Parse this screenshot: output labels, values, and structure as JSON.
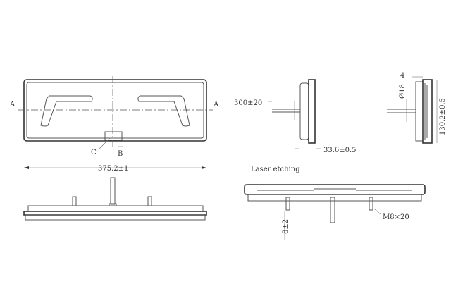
{
  "labels": {
    "section_a_left": "A",
    "section_a_right": "A",
    "detail_c": "C",
    "section_b": "B",
    "length": "375.2±1",
    "cable_length": "300±20",
    "depth": "33.6±0.5",
    "flange": "4",
    "cable_diameter": "Ø18",
    "height": "130.2±0.5",
    "laser_etching": "Laser etching",
    "stud_length": "8±2",
    "thread": "M8×20"
  }
}
